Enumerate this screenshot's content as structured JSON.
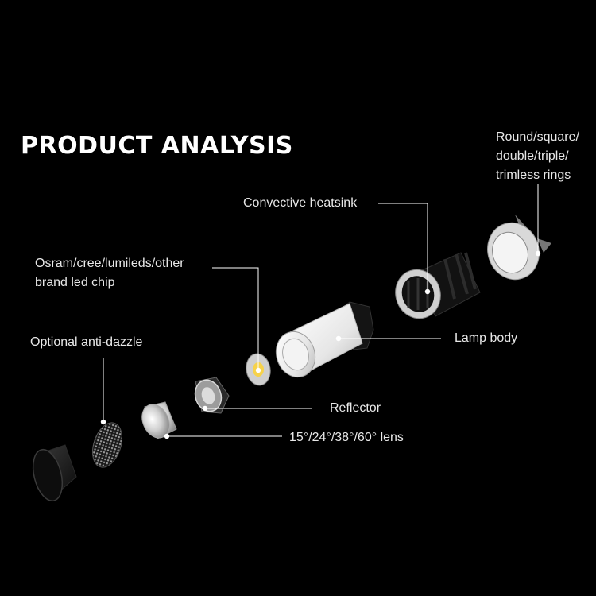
{
  "title": "PRODUCT ANALYSIS",
  "labels": {
    "rings_1": "Round/square/",
    "rings_2": "double/triple/",
    "rings_3": "trimless rings",
    "heatsink": "Convective heatsink",
    "chip_1": "Osram/cree/lumileds/other",
    "chip_2": "brand led chip",
    "lamp_body": "Lamp body",
    "anti_dazzle": "Optional anti-dazzle",
    "reflector": "Reflector",
    "lens": "15°/24°/38°/60° lens"
  },
  "colors": {
    "background": "#000000",
    "text": "#e8e8e8",
    "leader": "#ffffff",
    "chip": "#f6d24a"
  }
}
